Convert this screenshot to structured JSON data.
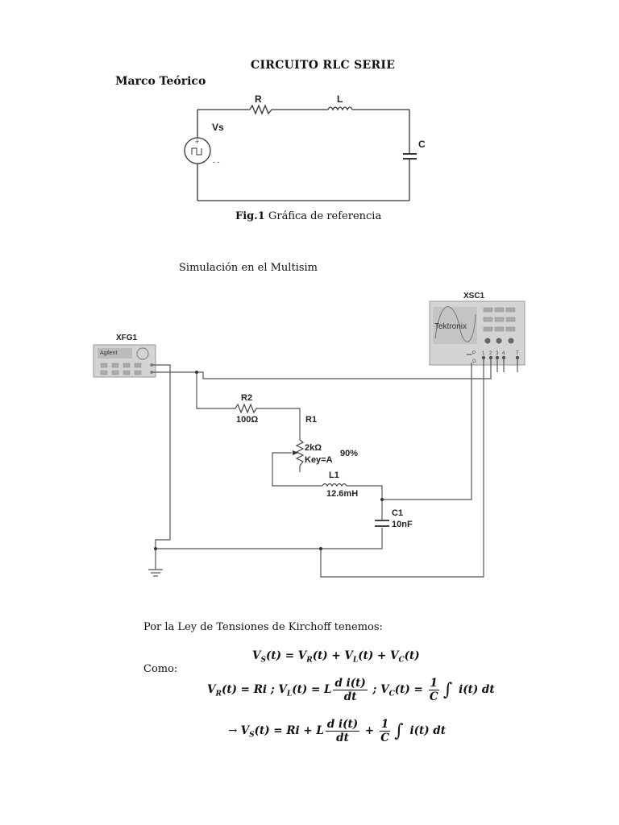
{
  "document": {
    "title": "CIRCUITO RLC SERIE",
    "section": "Marco Teórico",
    "fig_label": "Fig.1",
    "fig_caption": "Gráfica de referencia",
    "sim_heading": "Simulación en el Multisim",
    "law_text": "Por la Ley de Tensiones de Kirchoff tenemos:",
    "como": "Como:"
  },
  "schematic_ref": {
    "source_label": "Vs",
    "resistor_label": "R",
    "inductor_label": "L",
    "capacitor_label": "C"
  },
  "schematic_sim": {
    "function_generator": {
      "ref": "XFG1",
      "brand": "Agilent"
    },
    "oscilloscope": {
      "ref": "XSC1",
      "brand": "Tektronix",
      "terminals": [
        "P",
        "G",
        "1",
        "2",
        "3",
        "4",
        "T"
      ]
    },
    "r2": {
      "ref": "R2",
      "value": "100Ω"
    },
    "r1": {
      "ref": "R1",
      "value": "2kΩ",
      "key": "Key=A",
      "setting": "90%"
    },
    "l1": {
      "ref": "L1",
      "value": "12.6mH"
    },
    "c1": {
      "ref": "C1",
      "value": "10nF"
    }
  },
  "equations": {
    "eq1": {
      "lhs": "V",
      "lhs_sub": "S",
      "arg": "(t)",
      "eq": " = ",
      "t1": "V",
      "t1s": "R",
      "t2": "V",
      "t2s": "L",
      "t3": "V",
      "t3s": "C",
      "plus": " + "
    },
    "eq2": {
      "vr": "V",
      "vrs": "R",
      "ri": "(t) = Ri ; ",
      "vl": "V",
      "vls": "L",
      "l": "(t) = L",
      "num": "d i(t)",
      "den": "dt",
      "sep": " ; ",
      "vc": "V",
      "vcs": "C",
      "c": "(t) = ",
      "one": "1",
      "cap": "C",
      "int": "∫",
      "tail": " i(t) dt"
    },
    "eq3": {
      "arrow": "→  ",
      "vs": "V",
      "vss": "S",
      "a": "(t) = Ri + L",
      "num": "d i(t)",
      "den": "dt",
      "plus": " + ",
      "one": "1",
      "cap": "C",
      "int": "∫",
      "tail": " i(t) dt"
    }
  }
}
